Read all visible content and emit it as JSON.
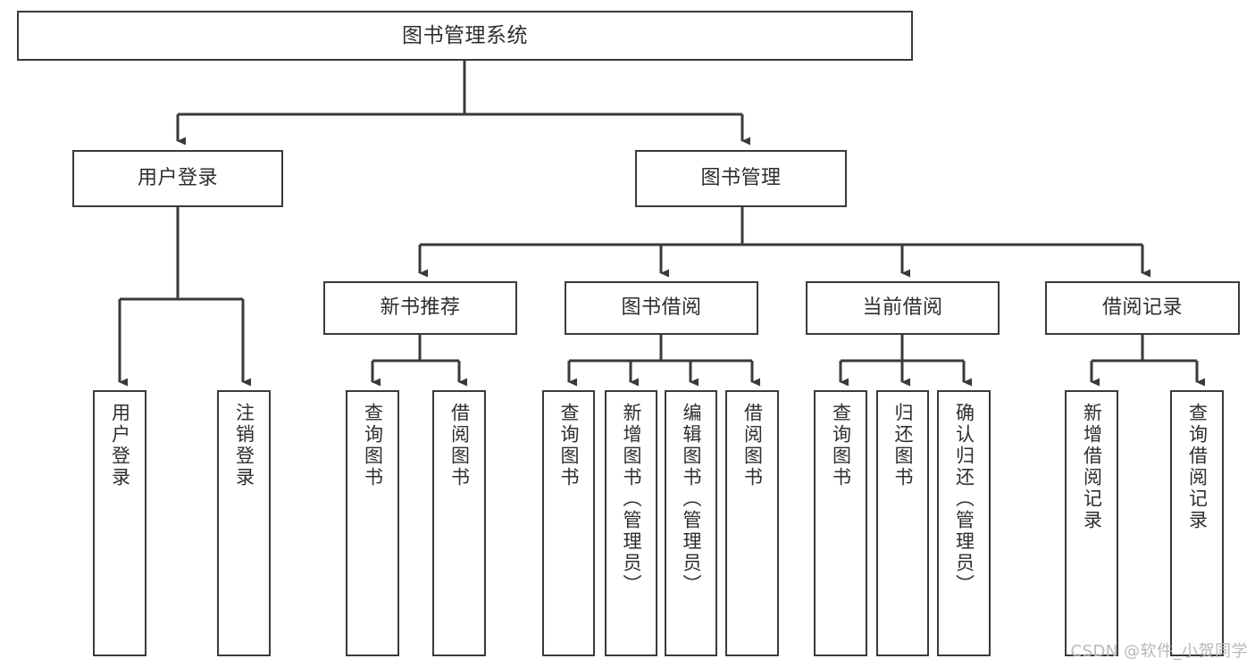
{
  "diagram": {
    "title": "图书管理系统",
    "type": "功能结构图",
    "watermark": "CSDN @软件_小贺同学",
    "colors": {
      "box_border": "#3a3a3a",
      "box_fill": "#ffffff",
      "connector": "#3a3a3a",
      "text": "#2e2e2e",
      "watermark": "#b9b9b9"
    },
    "levels": {
      "root": {
        "label": "图书管理系统"
      },
      "level2": [
        {
          "label": "用户登录"
        },
        {
          "label": "图书管理"
        }
      ],
      "level3": [
        {
          "label": "新书推荐"
        },
        {
          "label": "图书借阅"
        },
        {
          "label": "当前借阅"
        },
        {
          "label": "借阅记录"
        }
      ],
      "leaves": {
        "user_login": [
          {
            "label": "用户登录"
          },
          {
            "label": "注销登录"
          }
        ],
        "new_book_recommend": [
          {
            "label": "查询图书"
          },
          {
            "label": "借阅图书"
          }
        ],
        "book_borrow": [
          {
            "label": "查询图书"
          },
          {
            "label": "新增图书（管理员）"
          },
          {
            "label": "编辑图书（管理员）"
          },
          {
            "label": "借阅图书"
          }
        ],
        "current_borrow": [
          {
            "label": "查询图书"
          },
          {
            "label": "归还图书"
          },
          {
            "label": "确认归还（管理员）"
          }
        ],
        "borrow_record": [
          {
            "label": "新增借阅记录"
          },
          {
            "label": "查询借阅记录"
          }
        ]
      }
    }
  }
}
